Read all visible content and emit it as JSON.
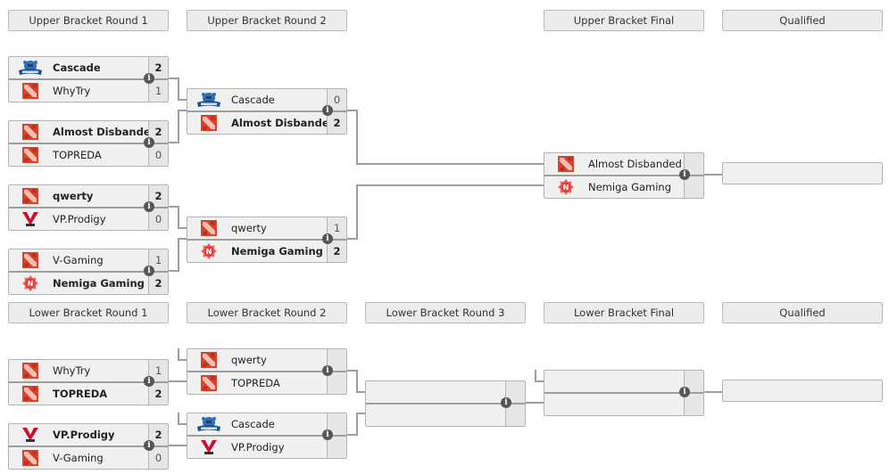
{
  "headers": {
    "upper": [
      "Upper Bracket Round 1",
      "Upper Bracket Round 2",
      "Upper Bracket Final",
      "Qualified"
    ],
    "lower": [
      "Lower Bracket Round 1",
      "Lower Bracket Round 2",
      "Lower Bracket Round 3",
      "Lower Bracket Final",
      "Qualified"
    ]
  },
  "colors": {
    "dota_red": "#d9432b",
    "cascade_blue": "#2f6fb8",
    "vp_red": "#c8102e",
    "nemiga_red": "#e53935",
    "info_icon": "#555555",
    "connector": "#9e9e9e"
  },
  "upper": {
    "round1": [
      {
        "teams": [
          {
            "name": "Cascade",
            "logo": "cascade-logo",
            "score": "2",
            "winner": true
          },
          {
            "name": "WhyTry",
            "logo": "dota-logo",
            "score": "1",
            "winner": false
          }
        ]
      },
      {
        "teams": [
          {
            "name": "Almost Disbanded",
            "logo": "dota-logo",
            "score": "2",
            "winner": true
          },
          {
            "name": "TOPREDA",
            "logo": "dota-logo",
            "score": "0",
            "winner": false
          }
        ]
      },
      {
        "teams": [
          {
            "name": "qwerty",
            "logo": "dota-logo",
            "score": "2",
            "winner": true
          },
          {
            "name": "VP.Prodigy",
            "logo": "vp-logo",
            "score": "0",
            "winner": false
          }
        ]
      },
      {
        "teams": [
          {
            "name": "V-Gaming",
            "logo": "dota-logo",
            "score": "1",
            "winner": false
          },
          {
            "name": "Nemiga Gaming",
            "logo": "nemiga-logo",
            "score": "2",
            "winner": true
          }
        ]
      }
    ],
    "round2": [
      {
        "teams": [
          {
            "name": "Cascade",
            "logo": "cascade-logo",
            "score": "0",
            "winner": false
          },
          {
            "name": "Almost Disbanded",
            "logo": "dota-logo",
            "score": "2",
            "winner": true
          }
        ]
      },
      {
        "teams": [
          {
            "name": "qwerty",
            "logo": "dota-logo",
            "score": "1",
            "winner": false
          },
          {
            "name": "Nemiga Gaming",
            "logo": "nemiga-logo",
            "score": "2",
            "winner": true
          }
        ]
      }
    ],
    "final": [
      {
        "teams": [
          {
            "name": "Almost Disbanded",
            "logo": "dota-logo",
            "score": "",
            "winner": false
          },
          {
            "name": "Nemiga Gaming",
            "logo": "nemiga-logo",
            "score": "",
            "winner": false
          }
        ]
      }
    ],
    "qualified": ""
  },
  "lower": {
    "round1": [
      {
        "teams": [
          {
            "name": "WhyTry",
            "logo": "dota-logo",
            "score": "1",
            "winner": false
          },
          {
            "name": "TOPREDA",
            "logo": "dota-logo",
            "score": "2",
            "winner": true
          }
        ]
      },
      {
        "teams": [
          {
            "name": "VP.Prodigy",
            "logo": "vp-logo",
            "score": "2",
            "winner": true
          },
          {
            "name": "V-Gaming",
            "logo": "dota-logo",
            "score": "0",
            "winner": false
          }
        ]
      }
    ],
    "round2": [
      {
        "teams": [
          {
            "name": "qwerty",
            "logo": "dota-logo",
            "score": "",
            "winner": false
          },
          {
            "name": "TOPREDA",
            "logo": "dota-logo",
            "score": "",
            "winner": false
          }
        ]
      },
      {
        "teams": [
          {
            "name": "Cascade",
            "logo": "cascade-logo",
            "score": "",
            "winner": false
          },
          {
            "name": "VP.Prodigy",
            "logo": "vp-logo",
            "score": "",
            "winner": false
          }
        ]
      }
    ],
    "round3": [
      {
        "teams": [
          {
            "name": "",
            "logo": "",
            "score": "",
            "winner": false
          },
          {
            "name": "",
            "logo": "",
            "score": "",
            "winner": false
          }
        ]
      }
    ],
    "final": [
      {
        "teams": [
          {
            "name": "",
            "logo": "",
            "score": "",
            "winner": false
          },
          {
            "name": "",
            "logo": "",
            "score": "",
            "winner": false
          }
        ]
      }
    ],
    "qualified": ""
  },
  "info_icon_glyph": "i"
}
